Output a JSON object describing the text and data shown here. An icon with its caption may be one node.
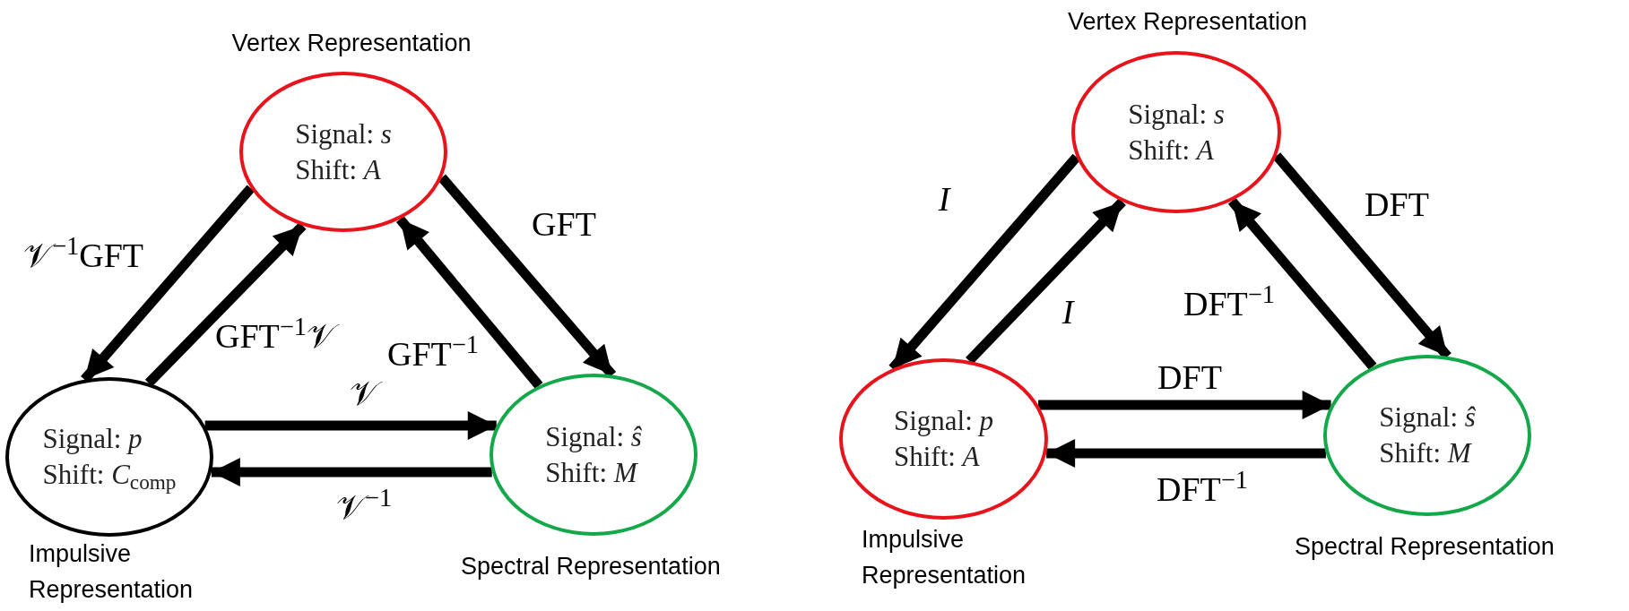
{
  "diagram": {
    "nodes": [
      {
        "text": [
          "Signal: *s*",
          "Shift: *A*"
        ],
        "beside": [
          "Vertex Representation"
        ]
      },
      {
        "text": [
          "Signal: *p*",
          "Shift: *C*$_{comp}$"
        ],
        "beside": [
          "Impulsive Representation"
        ]
      },
      {
        "text": [
          "Signal: *ŝ*",
          "Shift: *M*"
        ],
        "beside": [
          "Spectral Representation"
        ]
      },
      {
        "text": [
          "Signal: *s*",
          "Shift: *A*"
        ],
        "beside": [
          "Vertex Representation"
        ]
      },
      {
        "text": [
          "Signal: *p*",
          "Shift: *A*"
        ],
        "beside": [
          "Impulsive Representation"
        ]
      },
      {
        "text": [
          "Signal: *ŝ*",
          "Shift: *M*"
        ],
        "beside": [
          "Spectral Representation"
        ]
      }
    ],
    "edges": [
      {
        "from": 0,
        "to": 1,
        "arrow": "to",
        "label": "𝒱$^{−1}$GFT"
      },
      {
        "from": 1,
        "to": 0,
        "arrow": "to",
        "label": "GFT$^{−1}$𝒱"
      },
      {
        "from": 0,
        "to": 2,
        "arrow": "to",
        "label": "GFT"
      },
      {
        "from": 2,
        "to": 0,
        "arrow": "to",
        "label": "GFT$^{−1}$"
      },
      {
        "from": 1,
        "to": 2,
        "arrow": "to",
        "label": "𝒱"
      },
      {
        "from": 2,
        "to": 1,
        "arrow": "to",
        "label": "𝒱$^{−1}$"
      },
      {
        "from": 3,
        "to": 4,
        "arrow": "to",
        "label": "*I*"
      },
      {
        "from": 4,
        "to": 3,
        "arrow": "to",
        "label": "*I*"
      },
      {
        "from": 3,
        "to": 5,
        "arrow": "to",
        "label": "DFT"
      },
      {
        "from": 5,
        "to": 3,
        "arrow": "to",
        "label": "DFT$^{−1}$"
      },
      {
        "from": 4,
        "to": 5,
        "arrow": "to",
        "label": "DFT"
      },
      {
        "from": 5,
        "to": 4,
        "arrow": "to",
        "label": "DFT$^{−1}$"
      }
    ]
  }
}
